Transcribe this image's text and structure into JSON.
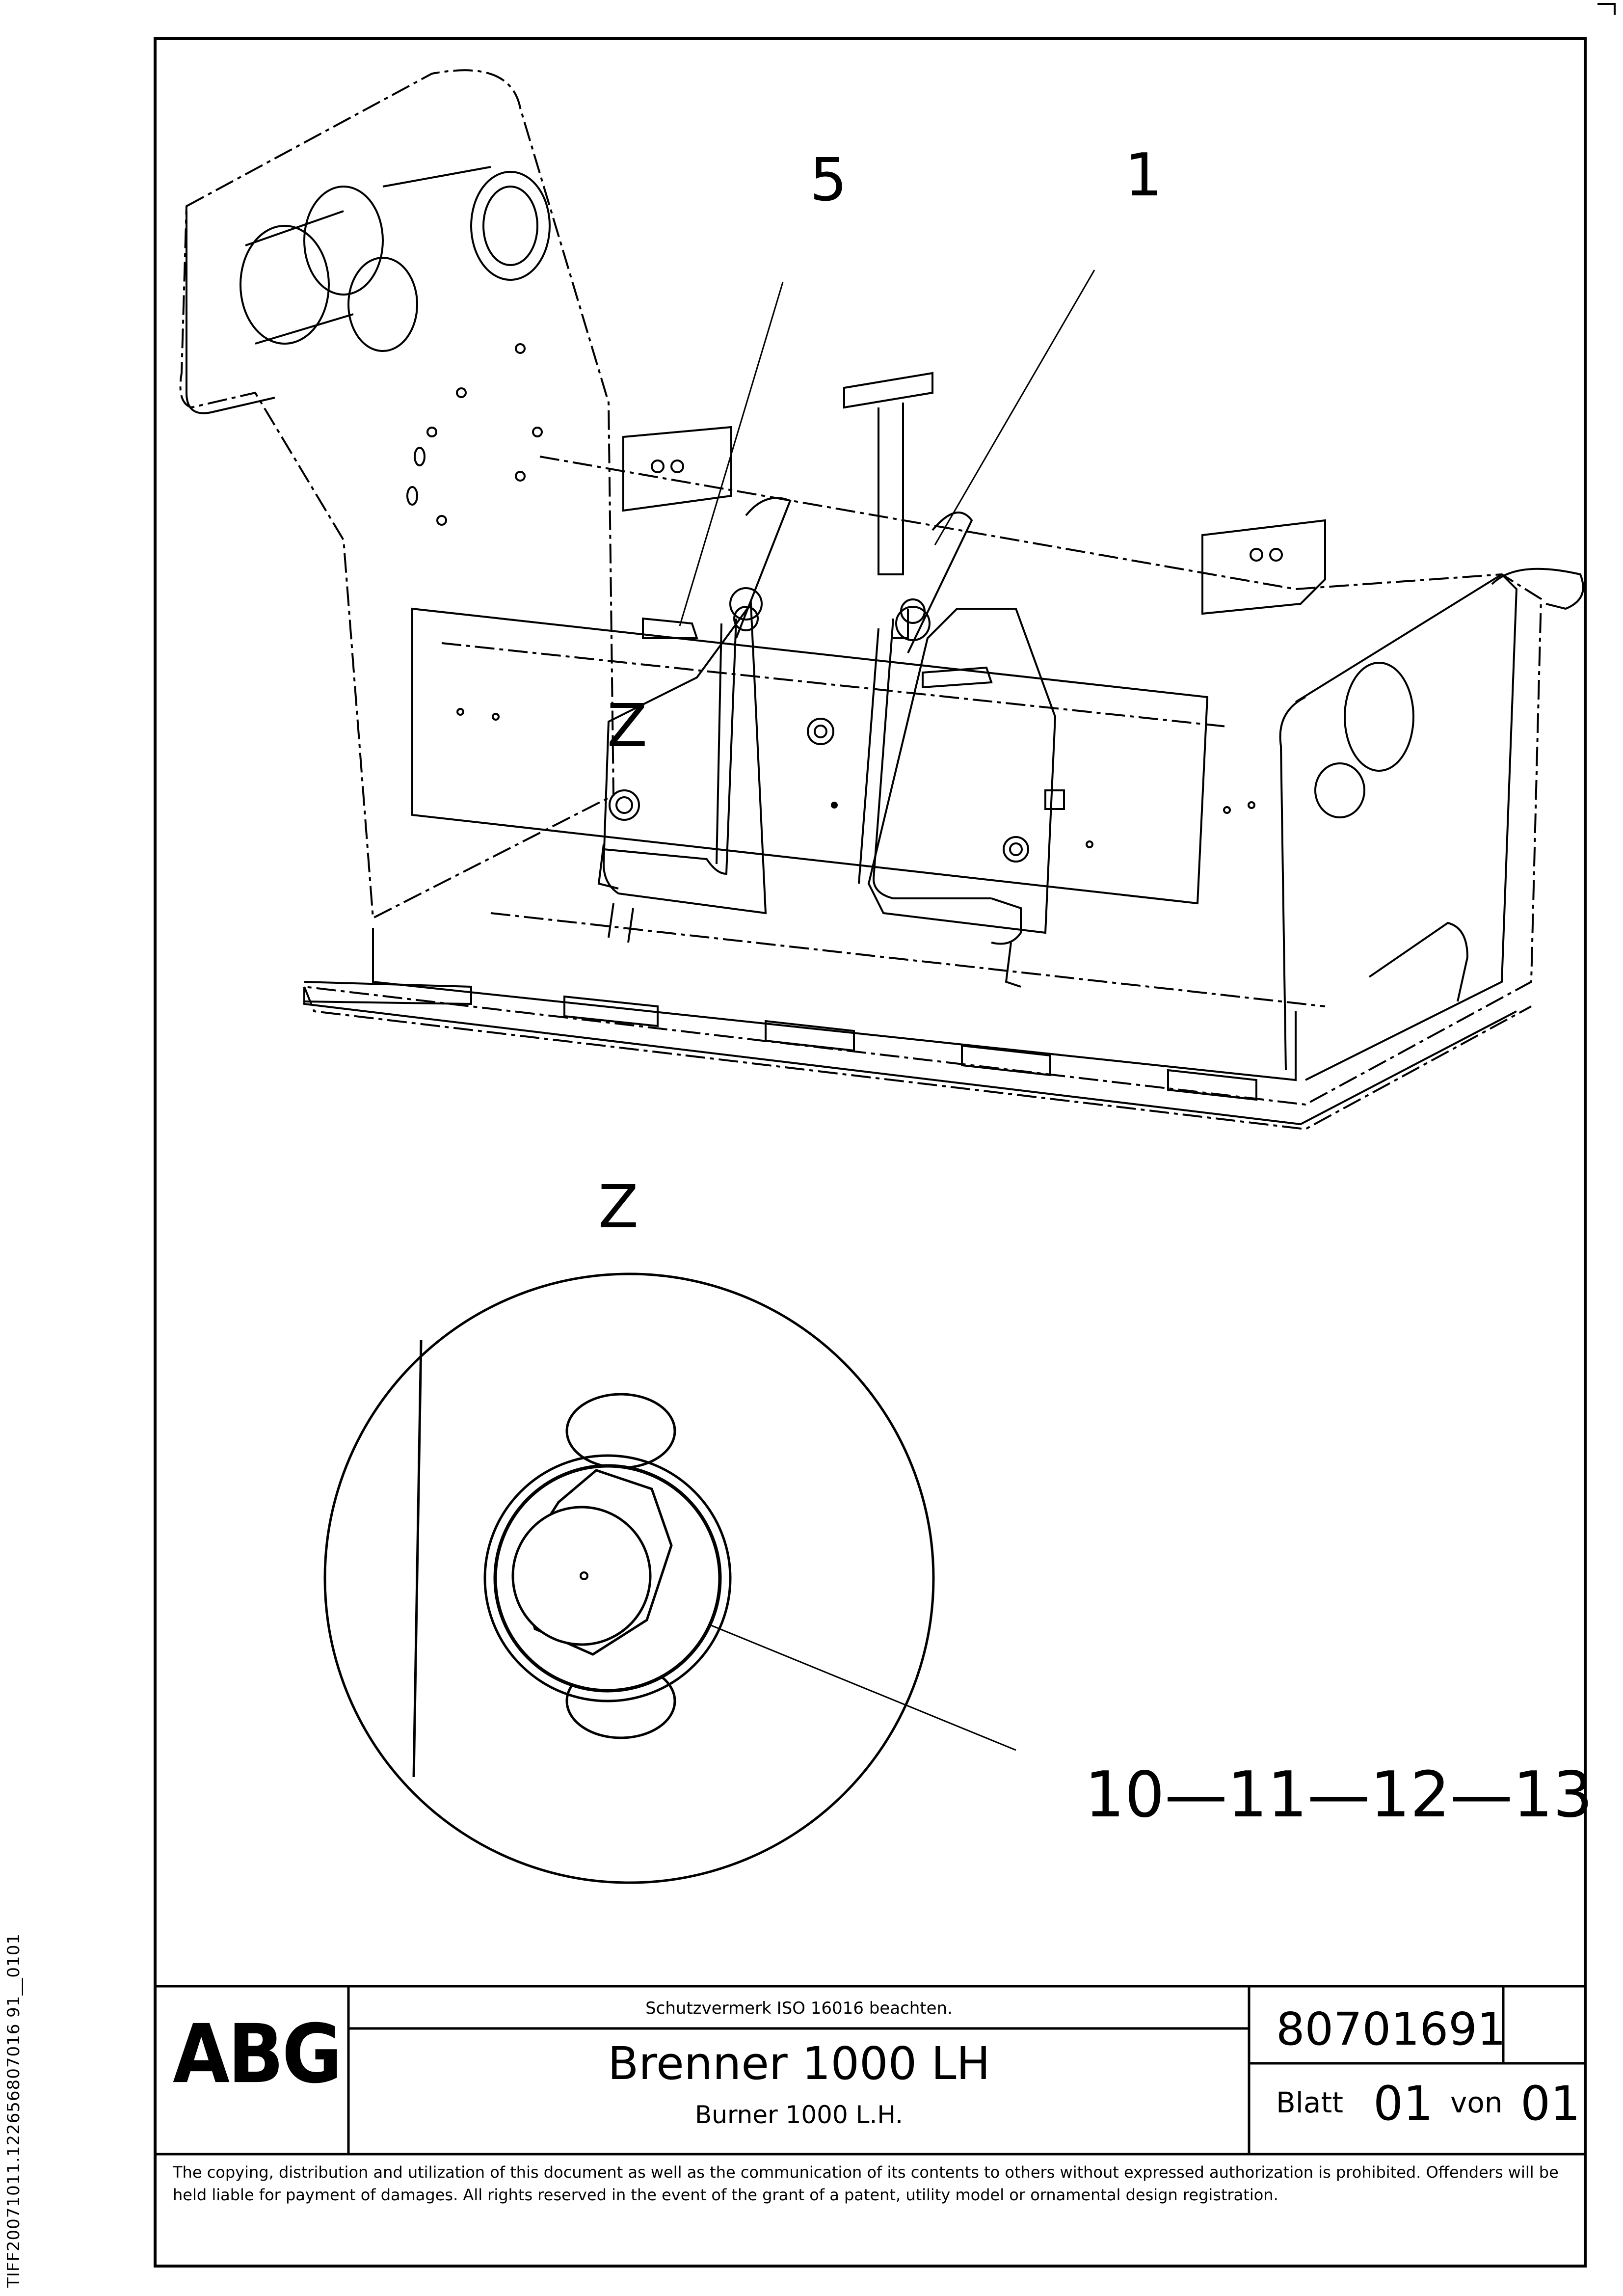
{
  "callouts": {
    "item_5": "5",
    "item_1": "1",
    "view_z_marker": "Z",
    "detail_z_title": "Z",
    "detail_items": "10—11—12—13"
  },
  "title_block": {
    "logo": "ABG",
    "protection_notice": "Schutzvermerk ISO 16016 beachten.",
    "title_de": "Brenner 1000 LH",
    "title_en": "Burner 1000 L.H.",
    "drawing_number": "80701691",
    "sheet_label": "Blatt",
    "sheet_number": "01",
    "of_label": "von",
    "sheet_total": "01"
  },
  "copyright_notice": "The copying, distribution and utilization of this document as well as the communication of its contents to others without expressed authorization is prohibited. Offenders will be held liable for payment of damages. All rights reserved in the event of the grant of a patent, utility model or ornamental design registration.",
  "file_reference": "TIFF20071011.122656807016 91__0101"
}
